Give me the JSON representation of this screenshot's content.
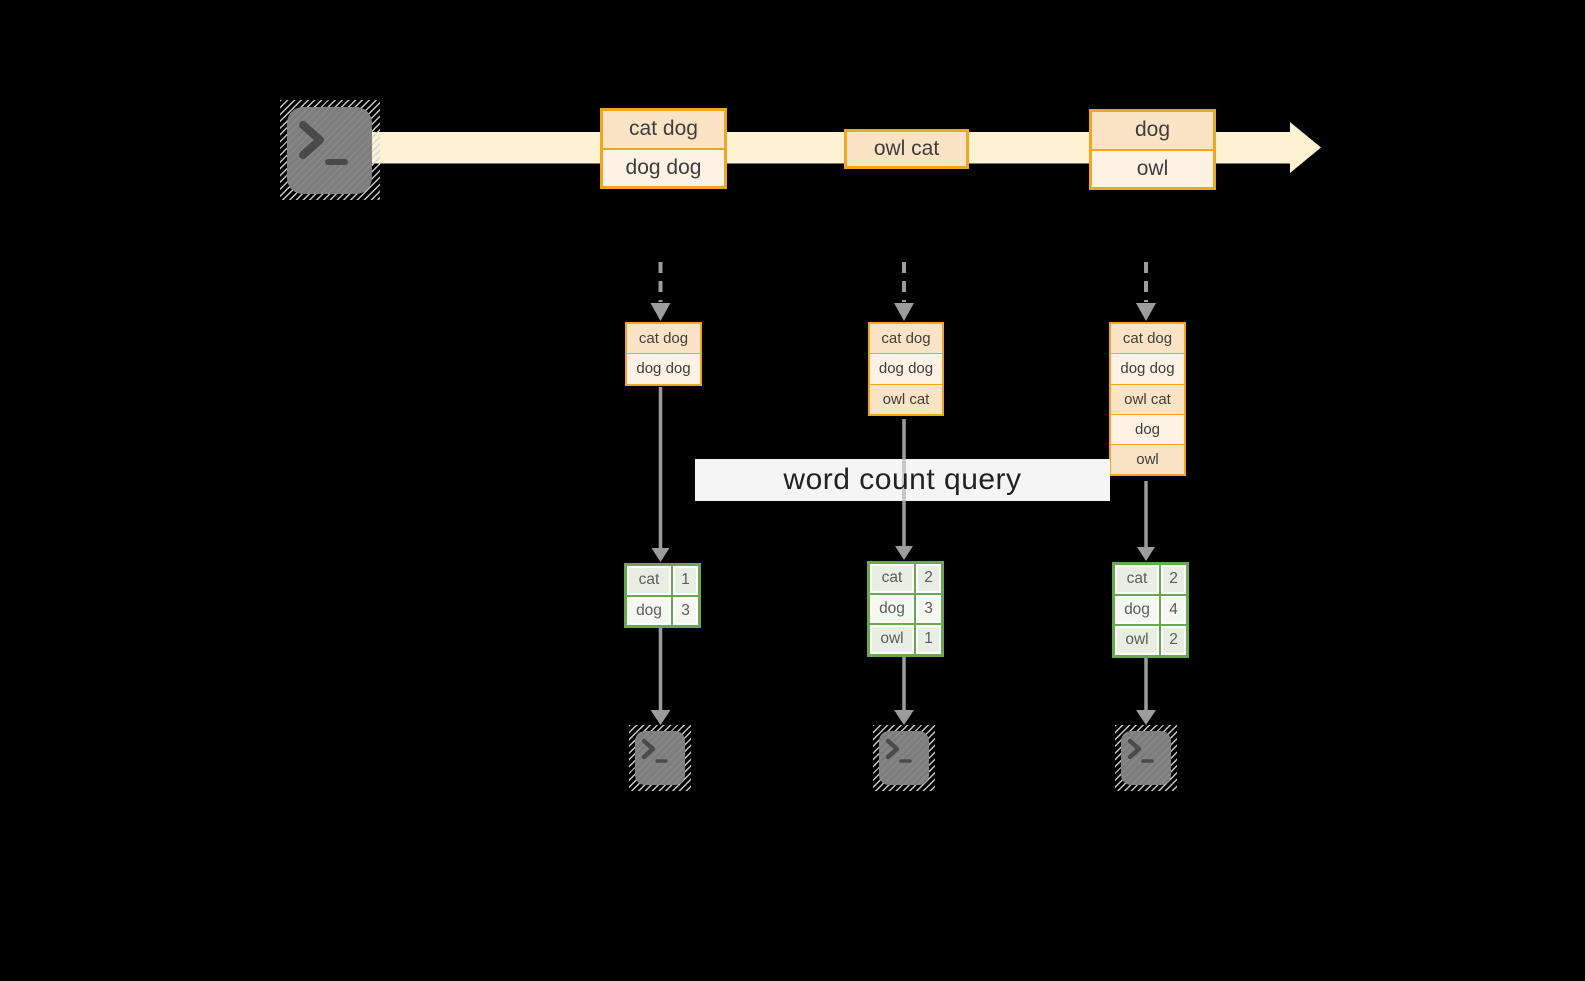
{
  "query_label": "word count query",
  "stream_batches": [
    {
      "items": [
        "cat dog",
        "dog dog"
      ]
    },
    {
      "items": [
        "owl cat"
      ]
    },
    {
      "items": [
        "dog",
        "owl"
      ]
    }
  ],
  "columns": [
    {
      "input_items": [
        "cat dog",
        "dog dog"
      ],
      "counts": [
        {
          "word": "cat",
          "count": "1"
        },
        {
          "word": "dog",
          "count": "3"
        }
      ]
    },
    {
      "input_items": [
        "cat dog",
        "dog dog",
        "owl cat"
      ],
      "counts": [
        {
          "word": "cat",
          "count": "2"
        },
        {
          "word": "dog",
          "count": "3"
        },
        {
          "word": "owl",
          "count": "1"
        }
      ]
    },
    {
      "input_items": [
        "cat dog",
        "dog dog",
        "owl cat",
        "dog",
        "owl"
      ],
      "counts": [
        {
          "word": "cat",
          "count": "2"
        },
        {
          "word": "dog",
          "count": "4"
        },
        {
          "word": "owl",
          "count": "2"
        }
      ]
    }
  ],
  "colors": {
    "amber_border": "#f0a620",
    "cell_dark": "#fbe3c5",
    "cell_light": "#fdf2e3",
    "stream_fill": "#fdf3d2",
    "green_border": "#6aa84f",
    "green_row_dark": "#e8efe2",
    "green_row_light": "#f4f8f0",
    "arrow_gray": "#9c9c9c"
  }
}
